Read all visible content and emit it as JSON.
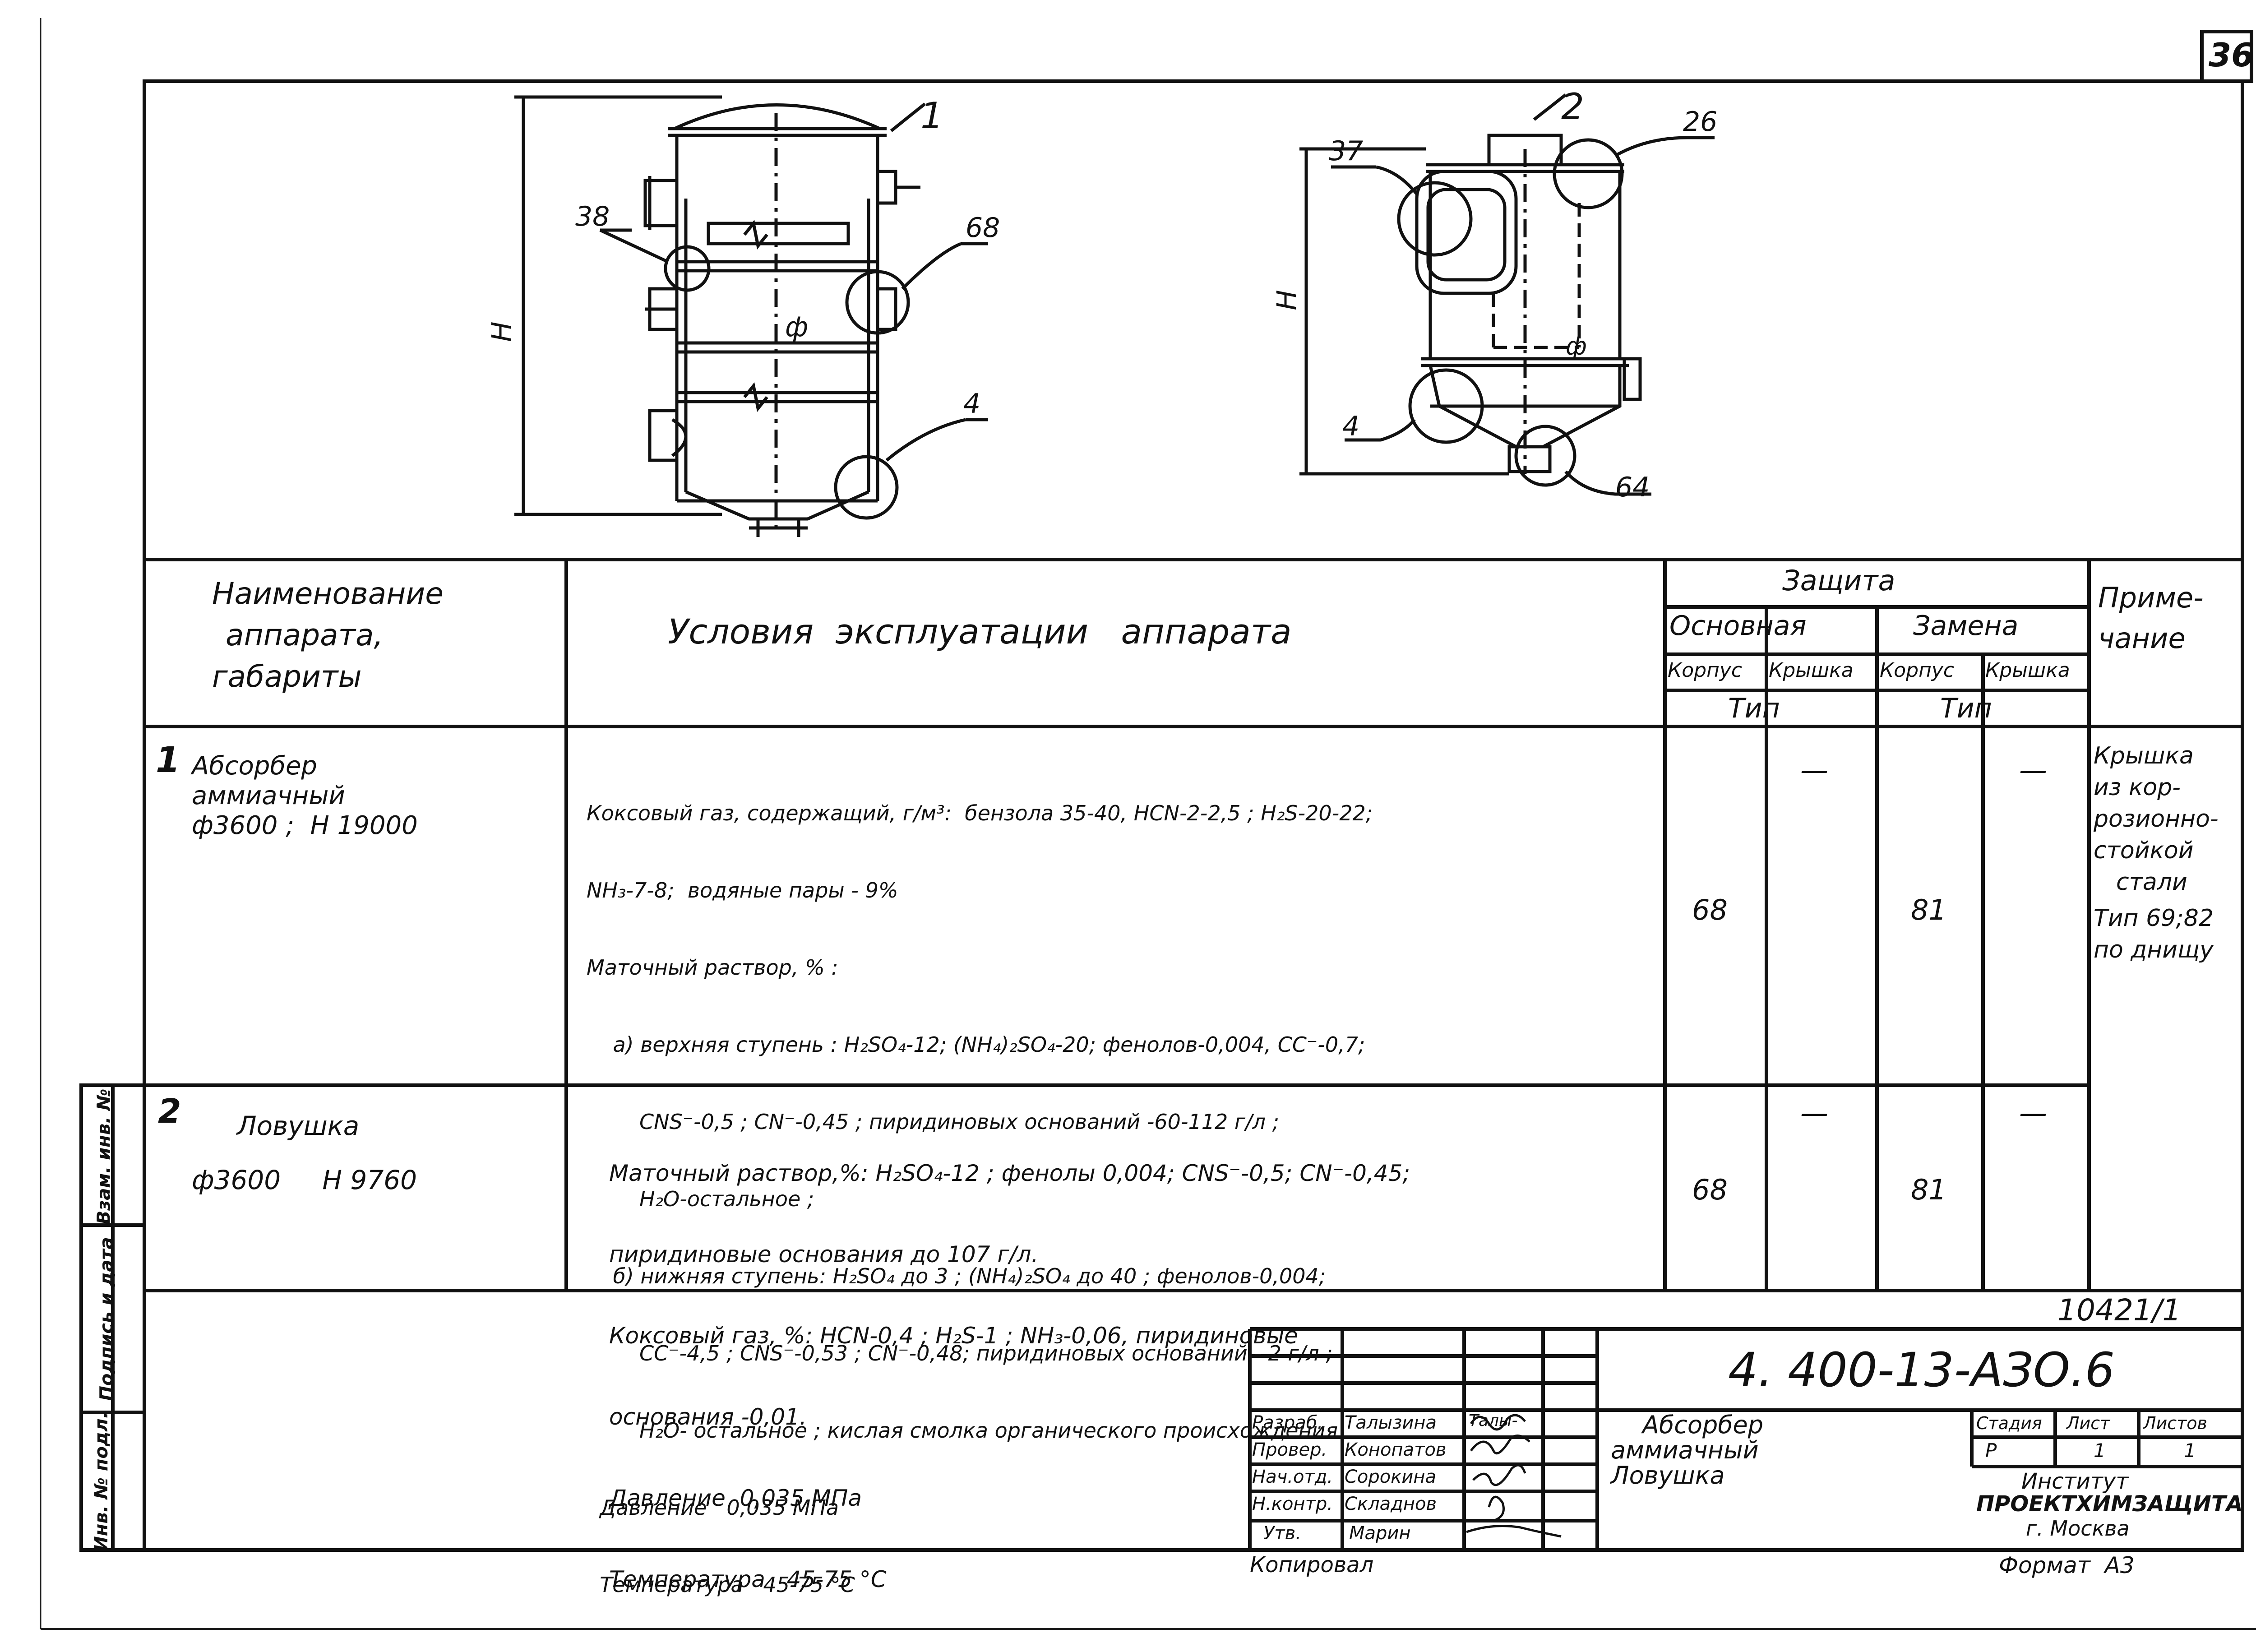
{
  "sheet_number": "36",
  "drawing1": {
    "label": "1",
    "callouts": {
      "c38": "38",
      "c68": "68",
      "c4": "4"
    },
    "dim_height": "H",
    "diameter": "ф"
  },
  "drawing2": {
    "label": "2",
    "callouts": {
      "c37": "37",
      "c26": "26",
      "c4": "4",
      "c64": "64"
    },
    "dim_height": "H",
    "diameter": "ф"
  },
  "table": {
    "headers": {
      "name": [
        "Наименование",
        "аппарата,",
        "габариты"
      ],
      "conditions": "Условия  эксплуатации   аппарата",
      "protection": "Защита",
      "main": "Основная",
      "replacement": "Замена",
      "body": "Корпус",
      "lid": "Крышка",
      "type": "Тип",
      "note": [
        "Приме-",
        "чание"
      ]
    },
    "rows": [
      {
        "num": "1",
        "name": [
          "Абсорбер",
          "аммиачный",
          "ф3600 ;  Н 19000"
        ],
        "conditions": [
          "Коксовый газ, содержащий, г/м³:  бензола 35-40, НСN-2-2,5 ; Н₂S-20-22;",
          "NН₃-7-8;  водяные пары - 9%",
          "Маточный раствор, % :",
          "    а) верхняя ступень : Н₂SO₄-12; (NH₄)₂SO₄-20; фенолов-0,004, СС⁻-0,7;",
          "        СNS⁻-0,5 ; СN⁻-0,45 ; пиридиновых оснований -60-112 г/л ;",
          "        Н₂О-остальное ;",
          "    б) нижняя ступень: Н₂SO₄ до 3 ; (NH₄)₂SO₄ до 40 ; фенолов-0,004;",
          "        СС⁻-4,5 ; СNS⁻-0,53 ; СN⁻-0,48; пиридиновых оснований - 2 г/л ;",
          "        Н₂О- остальное ; кислая смолка органического происхождения",
          "  Давление   0,035 МПа",
          "  Температура   45-75 °С"
        ],
        "main_body": "68",
        "main_lid": "—",
        "repl_body": "81",
        "repl_lid": "—",
        "note": [
          "Крышка",
          "из кор-",
          "розионно-",
          "стойкой",
          "стали",
          "Тип 69;82",
          "по днищу"
        ]
      },
      {
        "num": "2",
        "name": [
          "Ловушка",
          "ф3600     Н 9760"
        ],
        "conditions": [
          "Маточный раствор,%: Н₂SO₄-12 ; фенолы 0,004; СNS⁻-0,5; СN⁻-0,45;",
          "пиридиновые основания до 107 г/л.",
          "Коксовый газ, %: НСN-0,4 ; Н₂S-1 ; NН₃-0,06, пиридиновые",
          "основания -0,01.",
          "Давление  0,035 МПа",
          "Температура   45-75 °С"
        ],
        "main_body": "68",
        "main_lid": "—",
        "repl_body": "81",
        "repl_lid": "—",
        "note": []
      }
    ]
  },
  "side_stamp": [
    "Инв. № подл.",
    "Подпись и дата",
    "Взам. инв. №"
  ],
  "title_block": {
    "doc_id": "10421/1",
    "designation": "4. 400-13-АЗО.6",
    "title": [
      "Абсорбер",
      "аммиачный",
      "Ловушка"
    ],
    "roles": [
      {
        "role": "Разраб.",
        "name": "Талызина",
        "sign": "Талы-"
      },
      {
        "role": "Провер.",
        "name": "Конопатов",
        "sign": ""
      },
      {
        "role": "Нач.отд.",
        "name": "Сорокина",
        "sign": ""
      },
      {
        "role": "Н.контр.",
        "name": "Складнов",
        "sign": ""
      },
      {
        "role": "Утв.",
        "name": "Марин",
        "sign": ""
      }
    ],
    "stage_label": "Стадия",
    "sheet_label": "Лист",
    "sheets_label": "Листов",
    "stage": "Р",
    "sheet": "1",
    "sheets": "1",
    "org": [
      "Институт",
      "ПРОЕКТХИМЗАЩИТА",
      "г. Москва"
    ],
    "copied": "Копировал",
    "format": "Формат  А3"
  }
}
